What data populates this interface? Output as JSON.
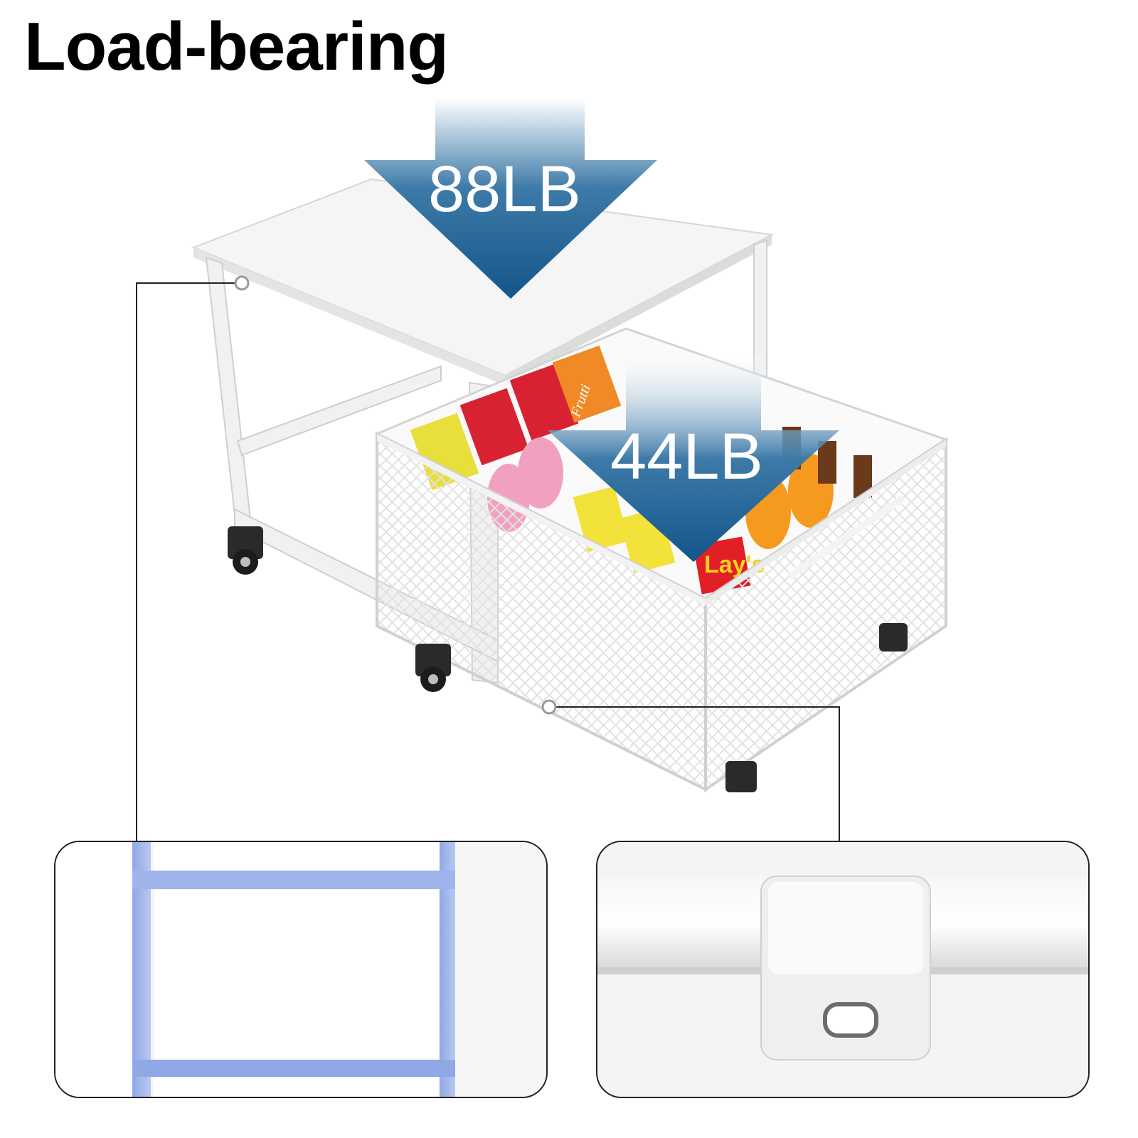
{
  "title": "Load-bearing",
  "top_load": "88LB",
  "basket_load": "44LB",
  "colors": {
    "arrow_dark": "#14558a",
    "arrow_light": "#ffffff",
    "frame": "#f3f3f3",
    "mesh": "#d9d9d9",
    "highlight": "#8fa8e6",
    "outline": "#222222"
  },
  "products": [
    "Frutti",
    "Lay's"
  ]
}
